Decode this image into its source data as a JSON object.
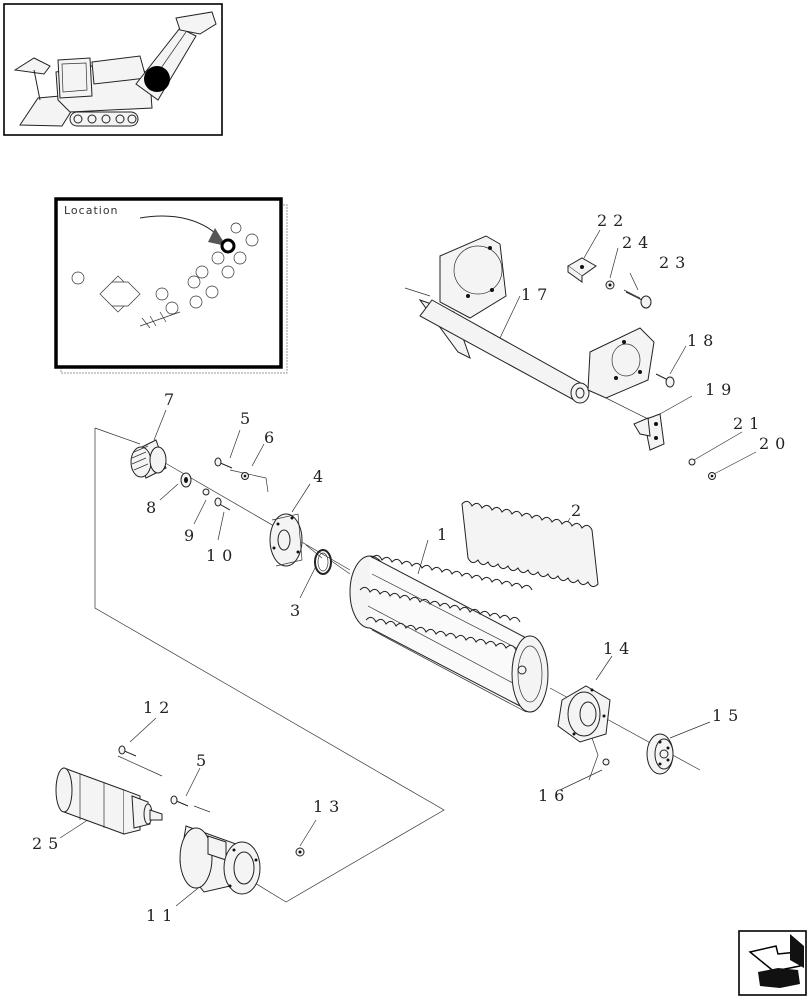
{
  "location_inset": {
    "title": "Location"
  },
  "callouts": [
    {
      "id": "c1",
      "text": "1"
    },
    {
      "id": "c2",
      "text": "2"
    },
    {
      "id": "c3",
      "text": "3"
    },
    {
      "id": "c4",
      "text": "4"
    },
    {
      "id": "c5a",
      "text": "5"
    },
    {
      "id": "c5b",
      "text": "5"
    },
    {
      "id": "c6",
      "text": "6"
    },
    {
      "id": "c7",
      "text": "7"
    },
    {
      "id": "c8",
      "text": "8"
    },
    {
      "id": "c9",
      "text": "9"
    },
    {
      "id": "c10",
      "text": "10"
    },
    {
      "id": "c11",
      "text": "11"
    },
    {
      "id": "c12",
      "text": "12"
    },
    {
      "id": "c13",
      "text": "13"
    },
    {
      "id": "c14",
      "text": "14"
    },
    {
      "id": "c15",
      "text": "15"
    },
    {
      "id": "c16",
      "text": "16"
    },
    {
      "id": "c17",
      "text": "17"
    },
    {
      "id": "c18",
      "text": "18"
    },
    {
      "id": "c19",
      "text": "19"
    },
    {
      "id": "c20",
      "text": "20"
    },
    {
      "id": "c21",
      "text": "21"
    },
    {
      "id": "c22",
      "text": "22"
    },
    {
      "id": "c23",
      "text": "23"
    },
    {
      "id": "c24",
      "text": "24"
    },
    {
      "id": "c25",
      "text": "25"
    }
  ],
  "icons": {
    "machine": "harvester-thumbnail-icon",
    "nav": "previous-page-arrow-icon"
  },
  "colors": {
    "ink": "#222222",
    "highlight": "#000000"
  }
}
